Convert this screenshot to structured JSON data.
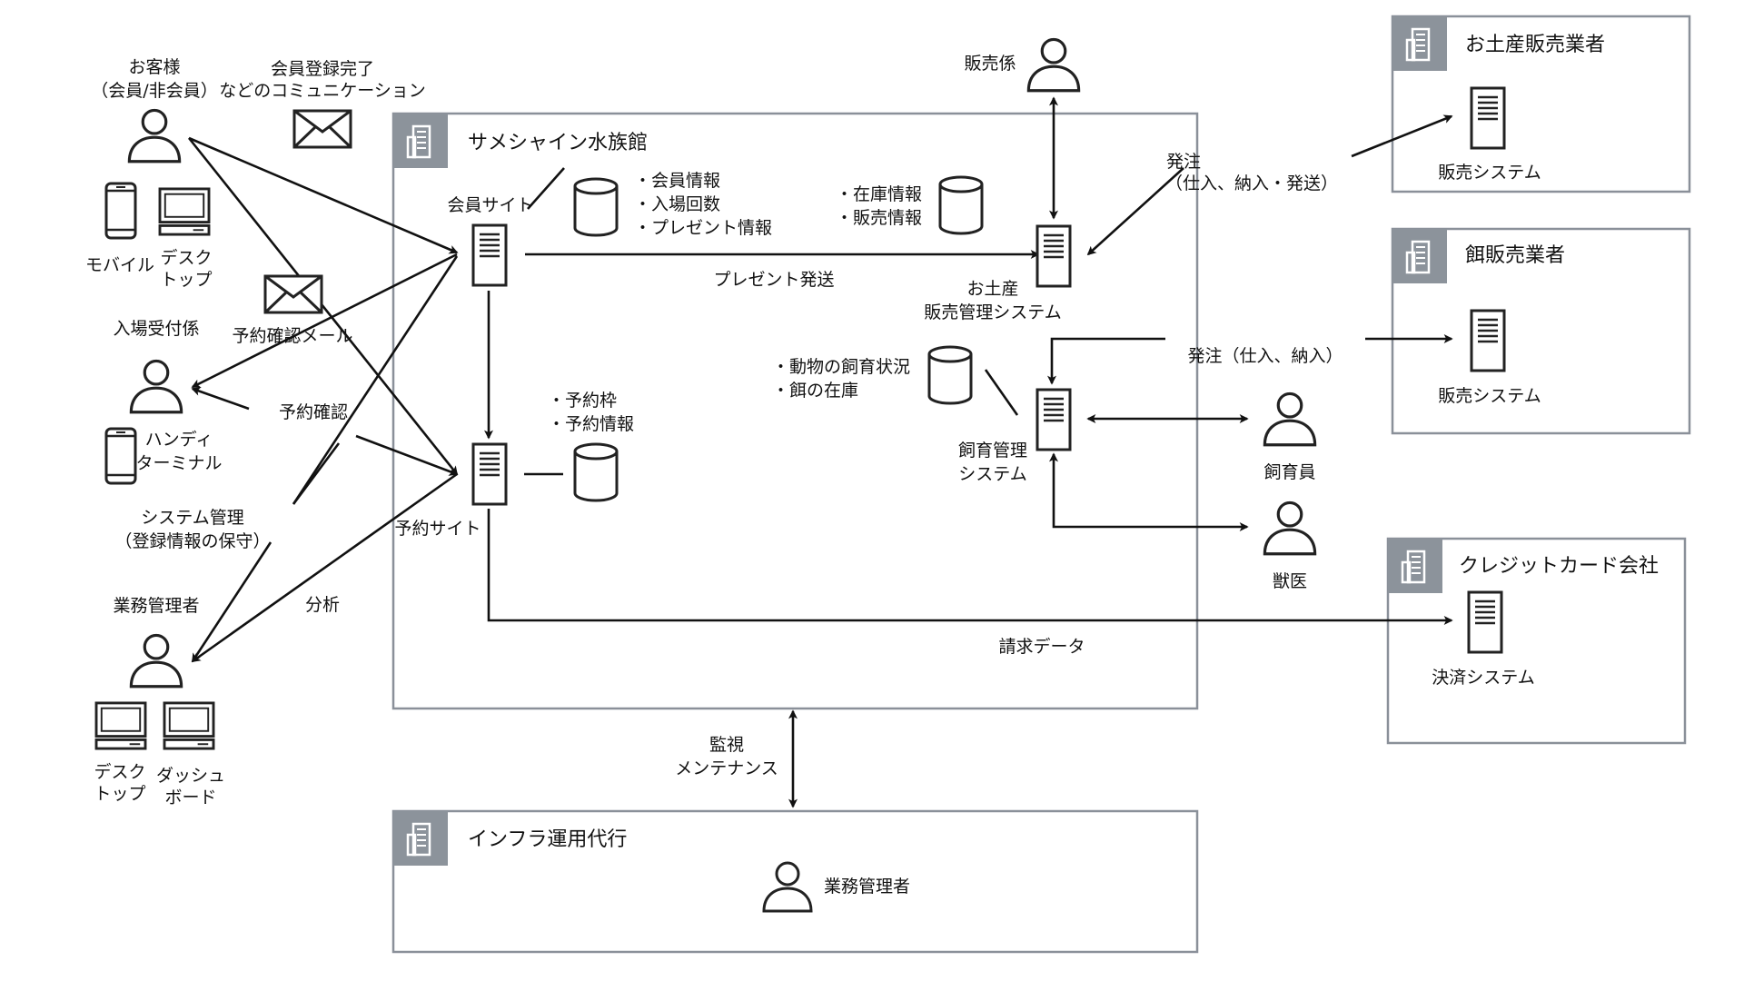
{
  "groups": {
    "aquarium": "サメシャイン水族館",
    "souvenir_vendor": "お土産販売業者",
    "feed_vendor": "餌販売業者",
    "credit_company": "クレジットカード会社",
    "infra": "インフラ運用代行"
  },
  "actors": {
    "customer": [
      "お客様",
      "（会員/非会員）"
    ],
    "entrance_staff": "入場受付係",
    "business_admin_left": "業務管理者",
    "sales_staff": "販売係",
    "keeper": "飼育員",
    "vet": "獣医",
    "infra_admin": "業務管理者"
  },
  "devices": {
    "mobile": "モバイル",
    "desktop_customer": [
      "デスク",
      "トップ"
    ],
    "handy_terminal": [
      "ハンディ",
      "ターミナル"
    ],
    "desktop_admin": [
      "デスク",
      "トップ"
    ],
    "dashboard": [
      "ダッシュ",
      "ボード"
    ]
  },
  "systems": {
    "member_site": "会員サイト",
    "reservation_site": "予約サイト",
    "souvenir_system": [
      "お土産",
      "販売管理システム"
    ],
    "breeding_system": [
      "飼育管理",
      "システム"
    ],
    "souvenir_vendor_system": "販売システム",
    "feed_vendor_system": "販売システム",
    "payment_system": "決済システム"
  },
  "databases": {
    "member_db": [
      "・会員情報",
      "・入場回数",
      "・プレゼント情報"
    ],
    "reservation_db": [
      "・予約枠",
      "・予約情報"
    ],
    "souvenir_db": [
      "・在庫情報",
      "・販売情報"
    ],
    "breeding_db": [
      "・動物の飼育状況",
      "・餌の在庫"
    ]
  },
  "flows": {
    "member_comm": [
      "会員登録完了",
      "などのコミュニケーション"
    ],
    "reservation_mail": "予約確認メール",
    "reservation_check": "予約確認",
    "system_admin": [
      "システム管理",
      "（登録情報の保守）"
    ],
    "analysis": "分析",
    "present_delivery": "プレゼント発送",
    "order_souvenir": [
      "発注",
      "（仕入、納入・発送）"
    ],
    "order_feed": "発注（仕入、納入）",
    "billing_data": "請求データ",
    "monitoring": [
      "監視",
      "メンテナンス"
    ]
  },
  "colors": {
    "box_border": "#8a9099",
    "badge": "#8c939b",
    "line": "#111111"
  }
}
